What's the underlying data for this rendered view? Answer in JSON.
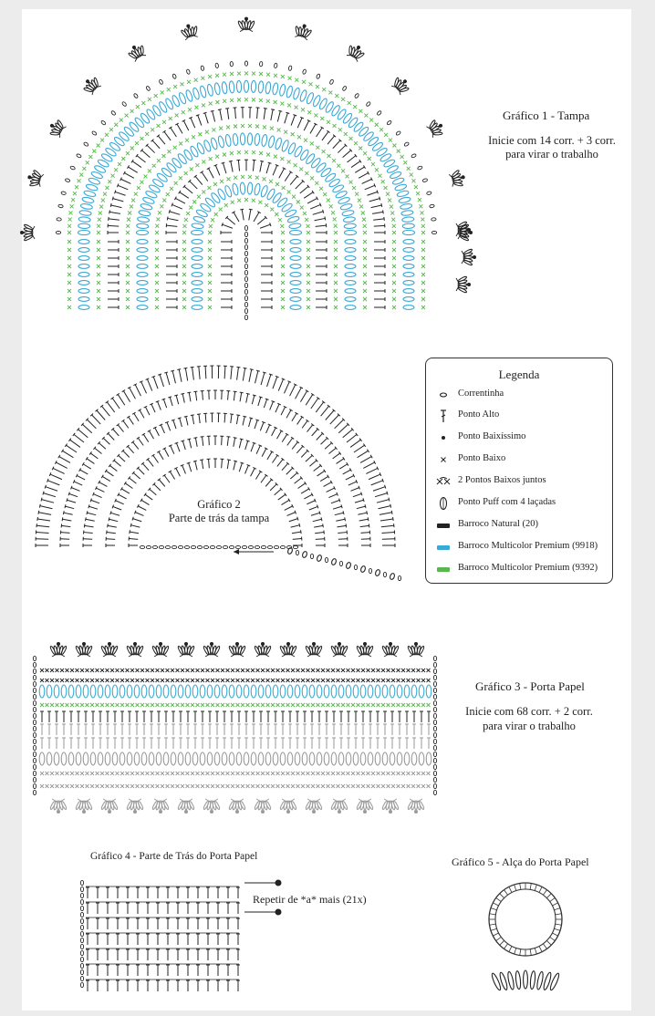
{
  "colors": {
    "black": "#222222",
    "blue": "#3aa9d6",
    "green": "#58b84e",
    "gray": "#9a9a9a"
  },
  "chart1": {
    "title": "Gráfico 1 - Tampa",
    "instructions": [
      "Inicie com 14 corr. + 3 corr.",
      "para virar o trabalho"
    ]
  },
  "chart2": {
    "title": "Gráfico 2",
    "subtitle": "Parte de trás da tampa"
  },
  "legend": {
    "title": "Legenda",
    "items": [
      {
        "label": "Correntinha",
        "icon": "chain-stitch-icon"
      },
      {
        "label": "Ponto Alto",
        "icon": "double-crochet-icon"
      },
      {
        "label": "Ponto Baixíssimo",
        "icon": "slip-stitch-icon"
      },
      {
        "label": "Ponto Baixo",
        "icon": "single-crochet-icon"
      },
      {
        "label": "2 Pontos Baixos juntos",
        "icon": "sc2tog-icon"
      },
      {
        "label": "Ponto Puff com 4 laçadas",
        "icon": "puff-stitch-icon"
      },
      {
        "label": "Barroco Natural (20)",
        "icon": "yarn-swatch-icon",
        "color": "#222222"
      },
      {
        "label": "Barroco Multicolor Premium (9918)",
        "icon": "yarn-swatch-icon",
        "color": "#3aa9d6"
      },
      {
        "label": "Barroco Multicolor Premium (9392)",
        "icon": "yarn-swatch-icon",
        "color": "#58b84e"
      }
    ]
  },
  "chart3": {
    "title": "Gráfico 3 - Porta Papel",
    "instructions": [
      "Inicie com 68 corr. + 2 corr.",
      "para virar o trabalho"
    ]
  },
  "chart4": {
    "title": "Gráfico 4 - Parte de Trás do Porta Papel",
    "repeat_note": "Repetir de *a* mais (21x)"
  },
  "chart5": {
    "title": "Gráfico 5 - Alça do Porta Papel"
  }
}
